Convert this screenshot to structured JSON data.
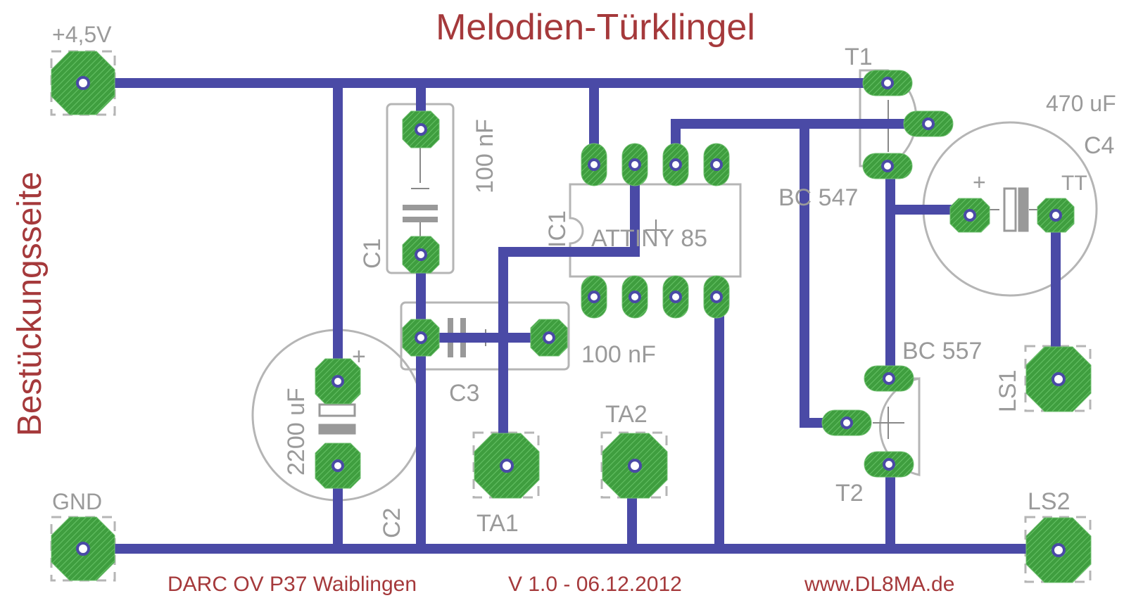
{
  "title": "Melodien-Türklingel",
  "side_label": "Bestückungsseite",
  "footer": {
    "club": "DARC OV P37 Waiblingen",
    "version": "V 1.0 - 06.12.2012",
    "website": "www.DL8MA.de"
  },
  "pads": {
    "vcc": "+4,5V",
    "gnd": "GND",
    "ta1": "TA1",
    "ta2": "TA2",
    "ls1": "LS1",
    "ls2": "LS2"
  },
  "components": {
    "c1_name": "C1",
    "c1_value": "100 nF",
    "c2_name": "C2",
    "c2_value": "2200 uF",
    "c2_polarity": "+",
    "c3_name": "C3",
    "c3_value": "100 nF",
    "c4_name": "C4",
    "c4_value": "470 uF",
    "c4_polarity": "+",
    "c4_type": "TT",
    "ic1_name": "IC1",
    "ic1_value": "ATTINY 85",
    "t1_name": "T1",
    "t1_value": "BC 547",
    "t2_name": "T2",
    "t2_value": "BC 557"
  },
  "colors": {
    "trace": "#4a4aa6",
    "copper": "#3f9e3f",
    "silkscreen": "#9a9a9a",
    "title_red": "#a5393b"
  }
}
